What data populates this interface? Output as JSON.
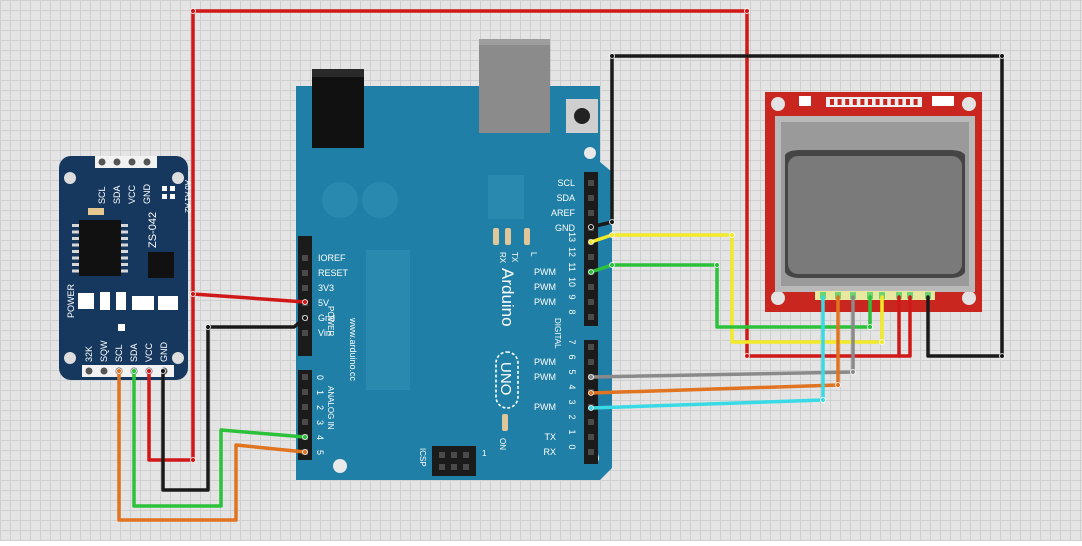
{
  "arduino": {
    "brand": "Arduino",
    "model": "UNO",
    "website": "www.arduino.cc",
    "icsp": "ICSP",
    "icsp_pin1": "1",
    "on_label": "ON",
    "tx_led": "TX",
    "rx_led": "RX",
    "l_led": "L",
    "power_heading": "POWER",
    "analog_heading": "ANALOG IN",
    "digital_heading": "DIGITAL",
    "power_pins": [
      "IOREF",
      "RESET",
      "3V3",
      "5V",
      "Gnd",
      "Vin"
    ],
    "analog_pins": [
      "0",
      "1",
      "2",
      "3",
      "4",
      "5"
    ],
    "top_header": [
      "SCL",
      "SDA",
      "AREF",
      "GND"
    ],
    "digital_high": [
      {
        "num": "13",
        "pwm": ""
      },
      {
        "num": "12",
        "pwm": ""
      },
      {
        "num": "11",
        "pwm": "PWM"
      },
      {
        "num": "10",
        "pwm": "PWM"
      },
      {
        "num": "9",
        "pwm": "PWM"
      },
      {
        "num": "8",
        "pwm": ""
      }
    ],
    "digital_low": [
      {
        "num": "7",
        "pwm": ""
      },
      {
        "num": "6",
        "pwm": "PWM"
      },
      {
        "num": "5",
        "pwm": "PWM"
      },
      {
        "num": "4",
        "pwm": ""
      },
      {
        "num": "3",
        "pwm": "PWM"
      },
      {
        "num": "2",
        "pwm": ""
      },
      {
        "num": "1",
        "pwm": "TX"
      },
      {
        "num": "0",
        "pwm": "RX"
      }
    ]
  },
  "rtc": {
    "part": "ZS-042",
    "addr_label": "A0 A1 A2",
    "power_label": "POWER",
    "top_pins": [
      "SCL",
      "SDA",
      "VCC",
      "GND"
    ],
    "bottom_pins": [
      "32K",
      "SQW",
      "SCL",
      "SDA",
      "VCC",
      "GND"
    ]
  },
  "colors": {
    "board_blue": "#1f7fa6",
    "rtc_blue": "#16385f",
    "lcd_red": "#c8261f",
    "wire_red": "#d01818",
    "wire_black": "#1a1a1a",
    "wire_green": "#2cc13a",
    "wire_orange": "#e07420",
    "wire_yellow": "#f2ea28",
    "wire_gray": "#8a8a8a",
    "wire_cyan": "#3ad9e6"
  }
}
